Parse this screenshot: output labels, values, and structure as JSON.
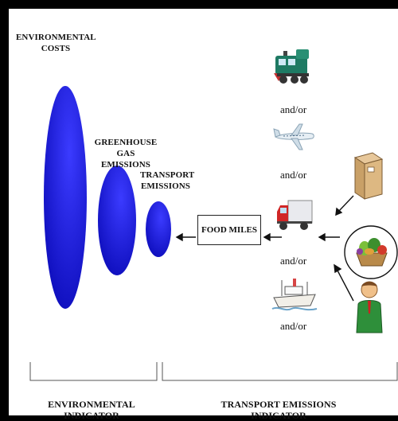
{
  "labels": {
    "environmental_costs_l1": "ENVIRONMENTAL",
    "environmental_costs_l2": "COSTS",
    "greenhouse_l1": "GREENHOUSE GAS",
    "greenhouse_l2": "EMISSIONS",
    "transport_l1": "TRANSPORT",
    "transport_l2": "EMISSIONS",
    "food_miles": "FOOD MILES",
    "environmental_indicator": "ENVIRONMENTAL INDICATOR",
    "transport_emissions_indicator": "TRANSPORT EMISSIONS INDICATOR"
  },
  "connectors": [
    "and/or",
    "and/or",
    "and/or",
    "and/or"
  ],
  "icons": [
    "train-icon",
    "airplane-icon",
    "truck-icon",
    "ship-icon",
    "box-icon",
    "food-basket-icon",
    "person-icon"
  ],
  "colors": {
    "ellipse": "#1a1ad6",
    "background": "#ffffff",
    "frame": "#000000"
  }
}
